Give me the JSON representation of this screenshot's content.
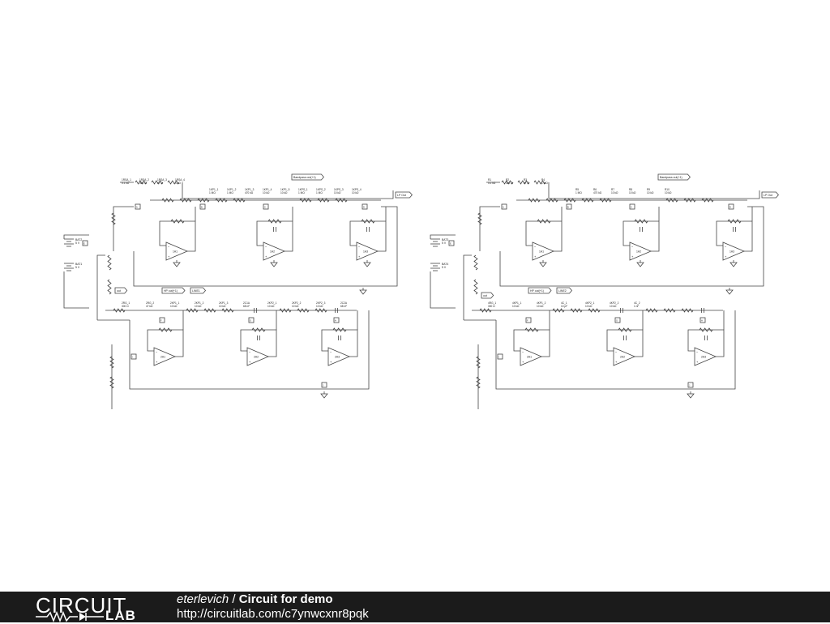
{
  "footer": {
    "logo_text": "CIRCUIT",
    "logo_sub": "LAB",
    "author": "eterlevich",
    "separator": " / ",
    "title": "Circuit for demo",
    "url": "http://circuitlab.com/c7ynwcxnr8pqk"
  },
  "schematic_left": {
    "top_labels": [
      "1RSA_1",
      "1RSA_2",
      "1RSA_3",
      "1RSA_4",
      "1KP1_1",
      "1KP1_2",
      "1KP1_3",
      "1KP1_4",
      "1KP1_5",
      "1KPS_1",
      "1KPS_2",
      "1KPS_3",
      "1KPS_4"
    ],
    "top_values": [
      "5.1 kΩ",
      "300 Ω",
      "47 Ω",
      "10 Ω",
      "1 MΩ",
      "1 MΩ",
      "470 kΩ",
      "10 kΩ",
      "10 kΩ",
      "1 MΩ",
      "1 MΩ",
      "10 kΩ",
      "10 kΩ"
    ],
    "tags": [
      "Bandpass out(+1)",
      "LP Out",
      "HP out(+1)",
      "LINE1",
      "out"
    ],
    "opamps": [
      "1A1",
      "1A2",
      "1A3",
      "2A1",
      "2A2",
      "2A3"
    ],
    "battery": [
      "BAT1",
      "5 V",
      "BAT2",
      "5 V"
    ],
    "bottom_labels": [
      "2RG_1",
      "2RG_2",
      "2KP1_1",
      "2KP1_2",
      "2KP1_3",
      "2C1A",
      "2KP2_1",
      "2KP2_2",
      "2KP2_3",
      "2C2A"
    ],
    "bottom_values": [
      "300 Ω",
      "47 kΩ",
      "10 kΩ",
      "10 kΩ",
      "10 kΩ",
      "68 nF",
      "10 kΩ",
      "10 kΩ",
      "10 kΩ",
      "68 nF"
    ]
  },
  "schematic_right": {
    "top_labels": [
      "R1",
      "R2",
      "R3",
      "R4",
      "R5",
      "R6",
      "R7",
      "R8",
      "R9",
      "R10"
    ],
    "top_values": [
      "5.1 kΩ",
      "300 Ω",
      "47 Ω",
      "1 MΩ",
      "1 MΩ",
      "470 kΩ",
      "10 kΩ",
      "10 kΩ",
      "10 kΩ",
      "10 kΩ"
    ],
    "tags": [
      "Bandpass out(+1)",
      "LP Out",
      "HP out(+1)",
      "LINE2",
      "out"
    ],
    "opamps": [
      "1A1",
      "1A2",
      "1A3",
      "2A1",
      "2A2",
      "2A3"
    ],
    "battery": [
      "BAT4",
      "5 V",
      "BAT3",
      "5 V"
    ],
    "bottom_labels": [
      "4RG_1",
      "4KP1_1",
      "4KP1_2",
      "4C_1",
      "4KP2_1",
      "4KP2_2",
      "4C_2"
    ],
    "bottom_values": [
      "300 Ω",
      "10 kΩ",
      "10 kΩ",
      "10 pF",
      "10 kΩ",
      "10 kΩ",
      "1 nF"
    ]
  }
}
